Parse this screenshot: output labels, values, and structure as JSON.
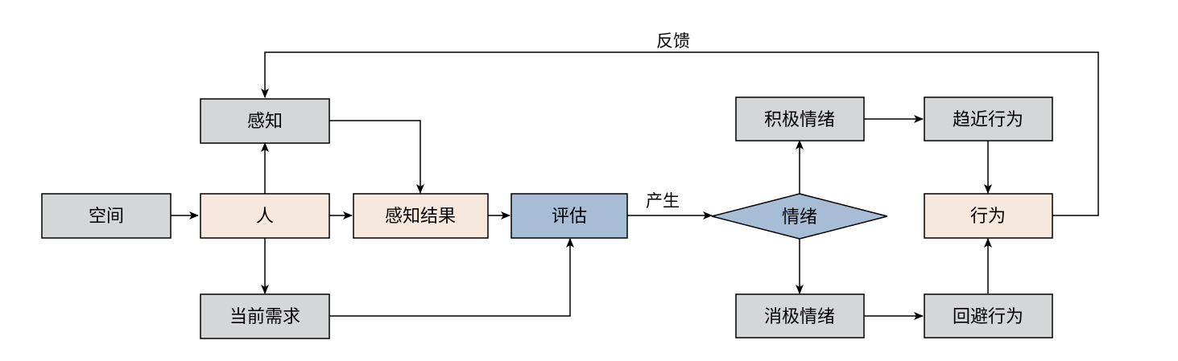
{
  "diagram": {
    "colors": {
      "gray": "#d5d6d8",
      "peach": "#f7e8dd",
      "blue": "#a7bdd5",
      "line": "#000000"
    },
    "nodes": [
      {
        "id": "space",
        "label": "空间",
        "fill": "gray"
      },
      {
        "id": "person",
        "label": "人",
        "fill": "peach"
      },
      {
        "id": "perception",
        "label": "感知",
        "fill": "gray"
      },
      {
        "id": "current_need",
        "label": "当前需求",
        "fill": "gray"
      },
      {
        "id": "perception_result",
        "label": "感知结果",
        "fill": "peach"
      },
      {
        "id": "evaluation",
        "label": "评估",
        "fill": "blue"
      },
      {
        "id": "emotion",
        "label": "情绪",
        "fill": "blue"
      },
      {
        "id": "positive_emotion",
        "label": "积极情绪",
        "fill": "gray"
      },
      {
        "id": "negative_emotion",
        "label": "消极情绪",
        "fill": "gray"
      },
      {
        "id": "approach_behavior",
        "label": "趋近行为",
        "fill": "gray"
      },
      {
        "id": "avoid_behavior",
        "label": "回避行为",
        "fill": "gray"
      },
      {
        "id": "behavior",
        "label": "行为",
        "fill": "peach"
      }
    ],
    "edges": [
      {
        "from": "space",
        "to": "person"
      },
      {
        "from": "person",
        "to": "perception"
      },
      {
        "from": "person",
        "to": "perception_result"
      },
      {
        "from": "person",
        "to": "current_need"
      },
      {
        "from": "perception",
        "to": "perception_result"
      },
      {
        "from": "perception_result",
        "to": "evaluation"
      },
      {
        "from": "current_need",
        "to": "evaluation"
      },
      {
        "from": "evaluation",
        "to": "emotion",
        "label": "产生"
      },
      {
        "from": "emotion",
        "to": "positive_emotion"
      },
      {
        "from": "emotion",
        "to": "negative_emotion"
      },
      {
        "from": "positive_emotion",
        "to": "approach_behavior"
      },
      {
        "from": "negative_emotion",
        "to": "avoid_behavior"
      },
      {
        "from": "approach_behavior",
        "to": "behavior"
      },
      {
        "from": "avoid_behavior",
        "to": "behavior"
      },
      {
        "from": "behavior",
        "to": "perception",
        "label": "反馈"
      }
    ]
  }
}
